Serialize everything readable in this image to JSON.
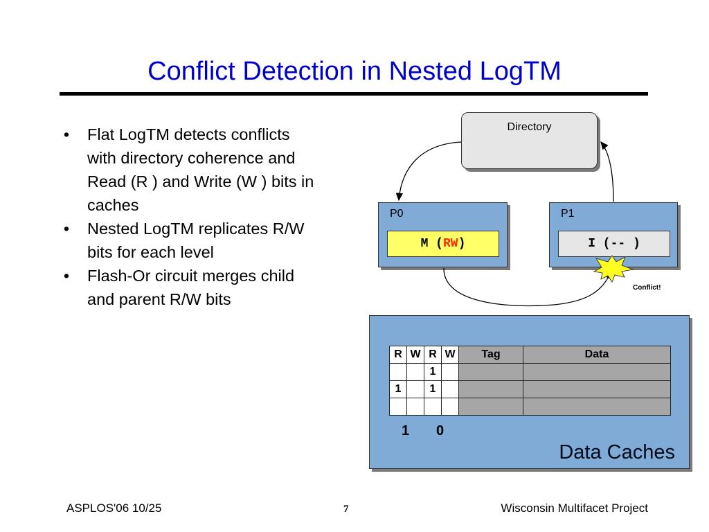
{
  "slide": {
    "title": "Conflict Detection in Nested LogTM",
    "bullets": [
      "Flat LogTM detects conflicts with directory coherence and Read (R ) and Write (W ) bits in caches",
      "Nested LogTM replicates R/W bits for each level",
      "Flash-Or circuit merges child and parent R/W bits"
    ],
    "bullet_glyph": "•"
  },
  "diagram": {
    "directory_label": "Directory",
    "p0": {
      "label": "P0",
      "state_prefix": "M (",
      "state_bits": "RW",
      "state_suffix": ")"
    },
    "p1": {
      "label": "P1",
      "state": "I (-- )"
    },
    "conflict_label": "Conflict!",
    "cache": {
      "headers": [
        "R",
        "W",
        "R",
        "W",
        "Tag",
        "Data"
      ],
      "rows": [
        [
          "",
          "",
          "1",
          "",
          "",
          ""
        ],
        [
          "1",
          "",
          "1",
          "",
          "",
          ""
        ],
        [
          "",
          "",
          "",
          "",
          "",
          ""
        ]
      ],
      "level_labels": [
        "1",
        "0"
      ],
      "title": "Data Caches"
    },
    "colors": {
      "box_blue": "#7fabd6",
      "state_yellow": "#ffff66",
      "bits_red": "#ff2a00",
      "title_blue": "#0000cc"
    }
  },
  "footer": {
    "left": "ASPLOS'06 10/25",
    "page_number": "7",
    "right": "Wisconsin Multifacet Project"
  }
}
